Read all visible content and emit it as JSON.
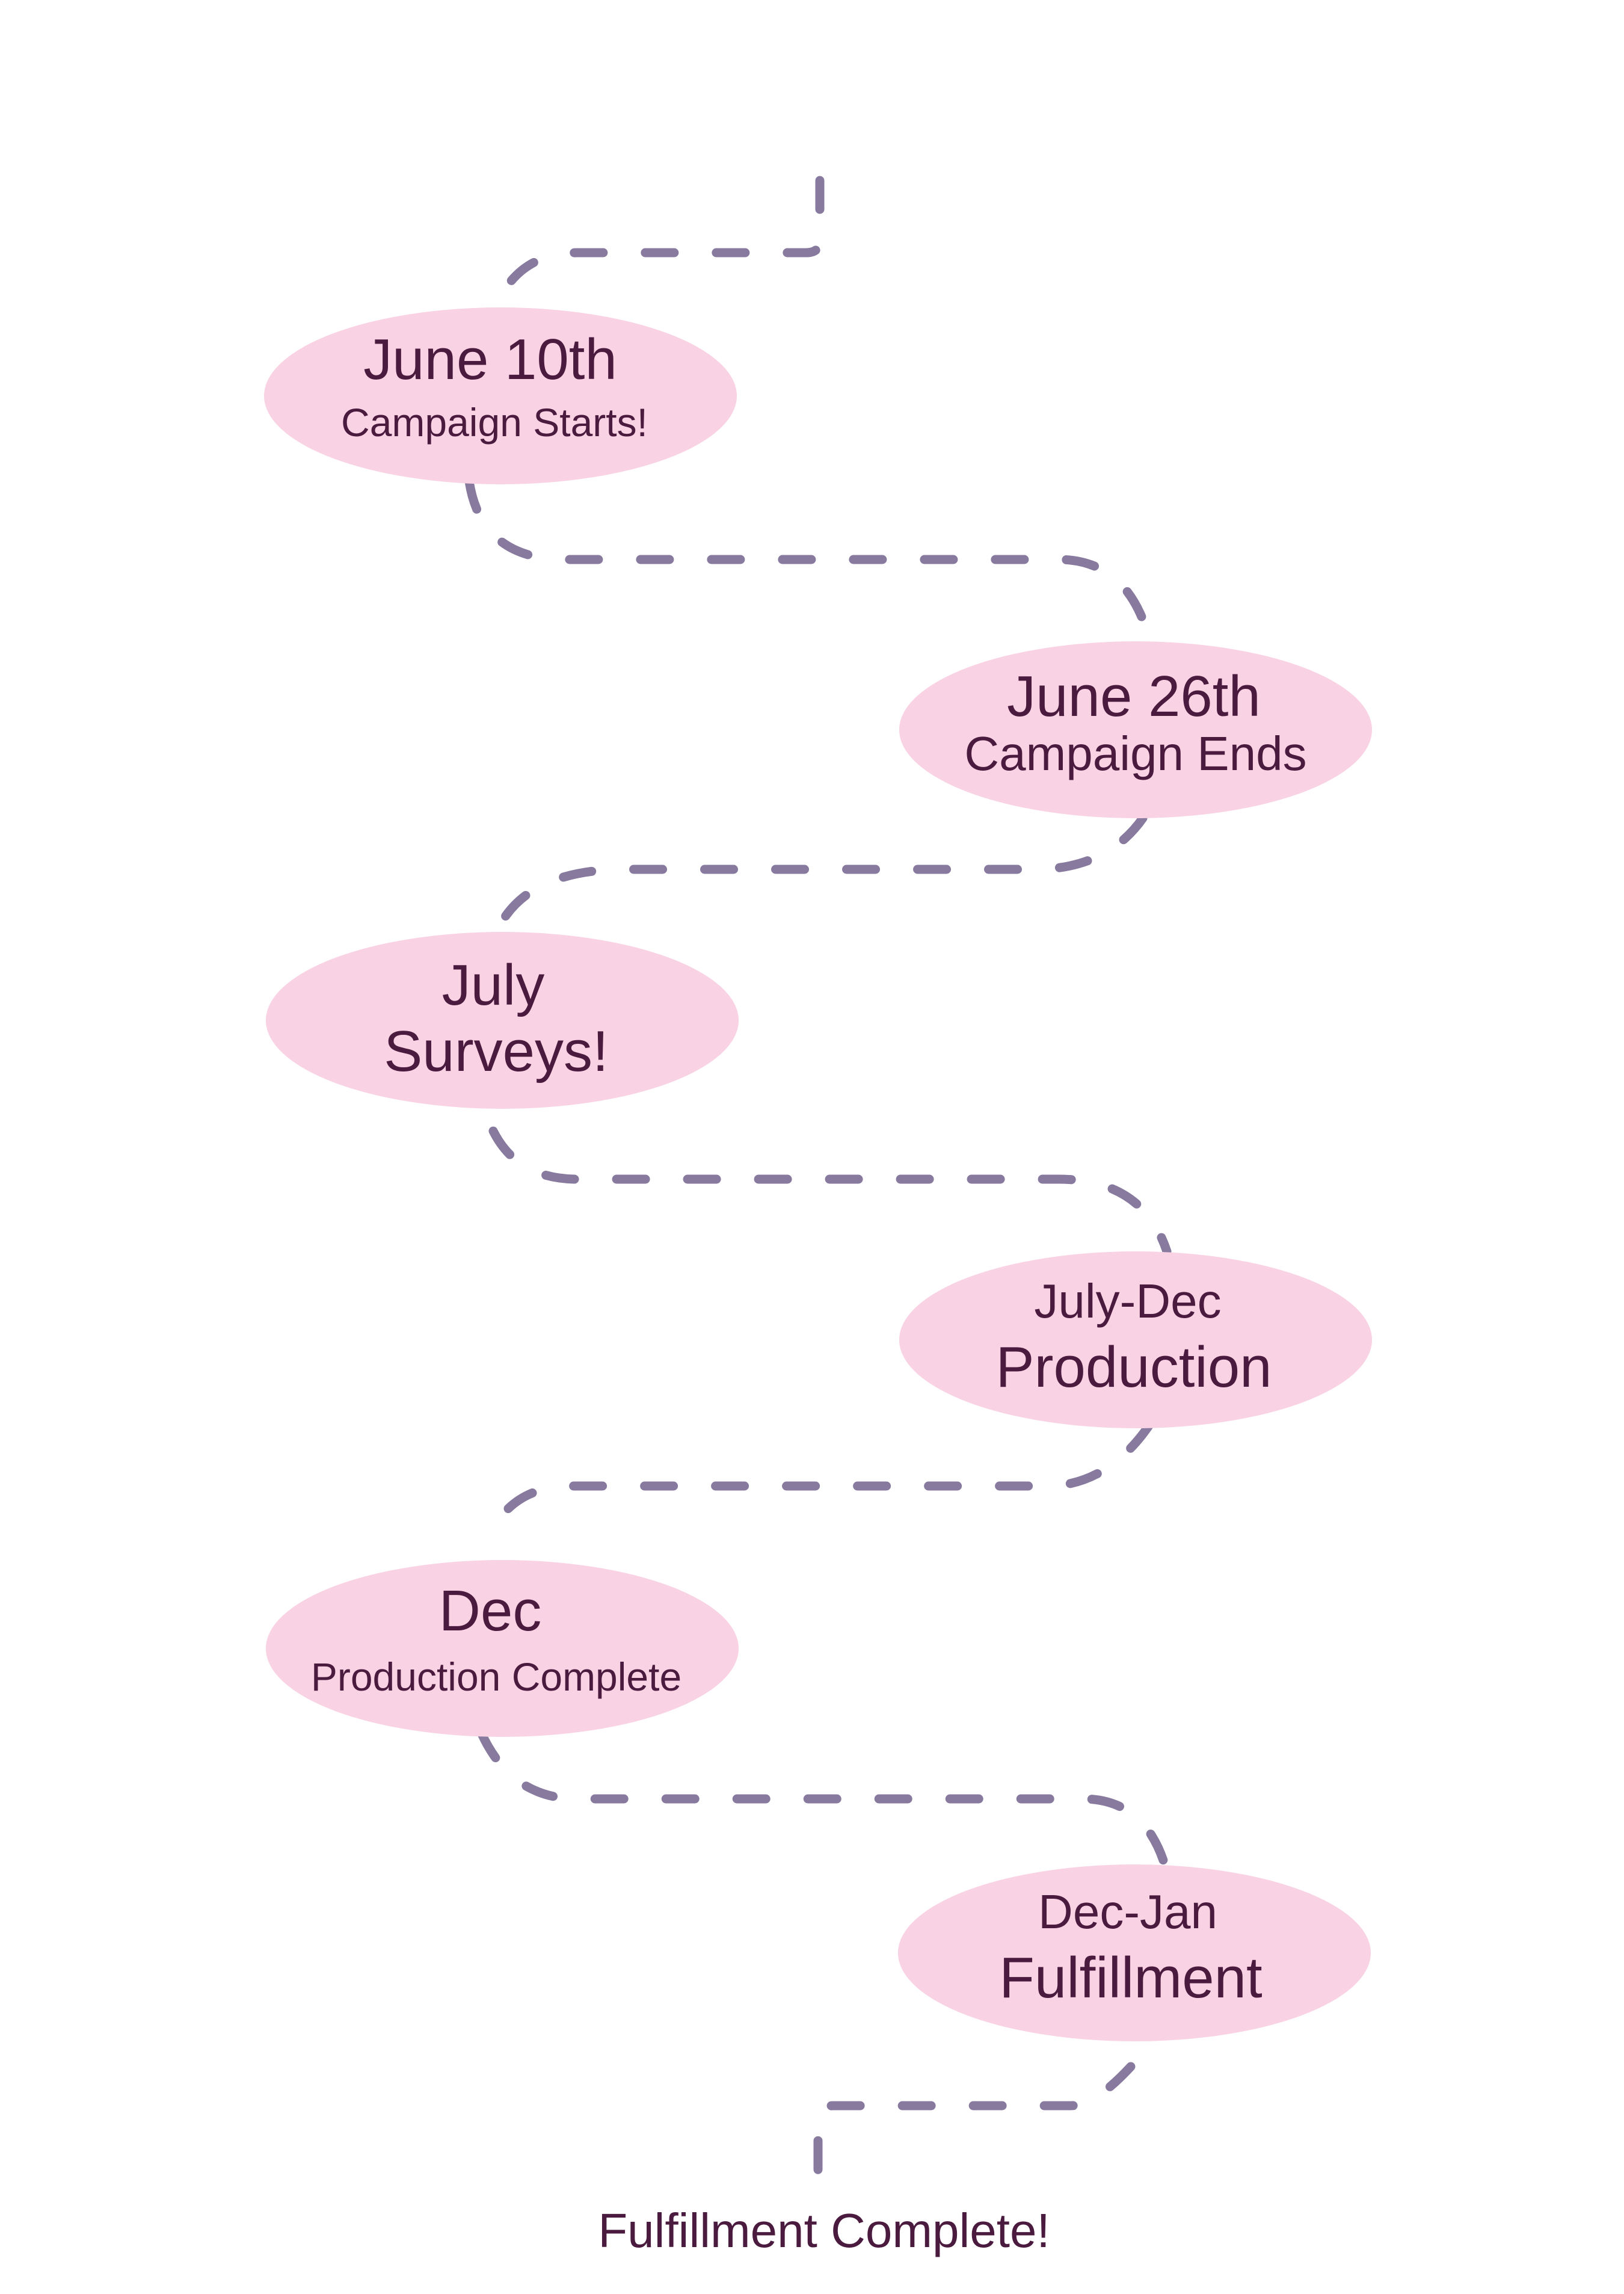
{
  "colors": {
    "bubble": "#f9d2e3",
    "text": "#4a1a3f",
    "path": "#877a9e"
  },
  "milestones": [
    {
      "line1": "June 10th",
      "line2": "Campaign Starts!"
    },
    {
      "line1": "June 26th",
      "line2": "Campaign Ends"
    },
    {
      "line1": "July",
      "line2": "Surveys!"
    },
    {
      "line1": "July-Dec",
      "line2": "Production"
    },
    {
      "line1": "Dec",
      "line2": "Production Complete"
    },
    {
      "line1": "Dec-Jan",
      "line2": "Fulfillment"
    }
  ],
  "end_label": "Fulfillment Complete!"
}
